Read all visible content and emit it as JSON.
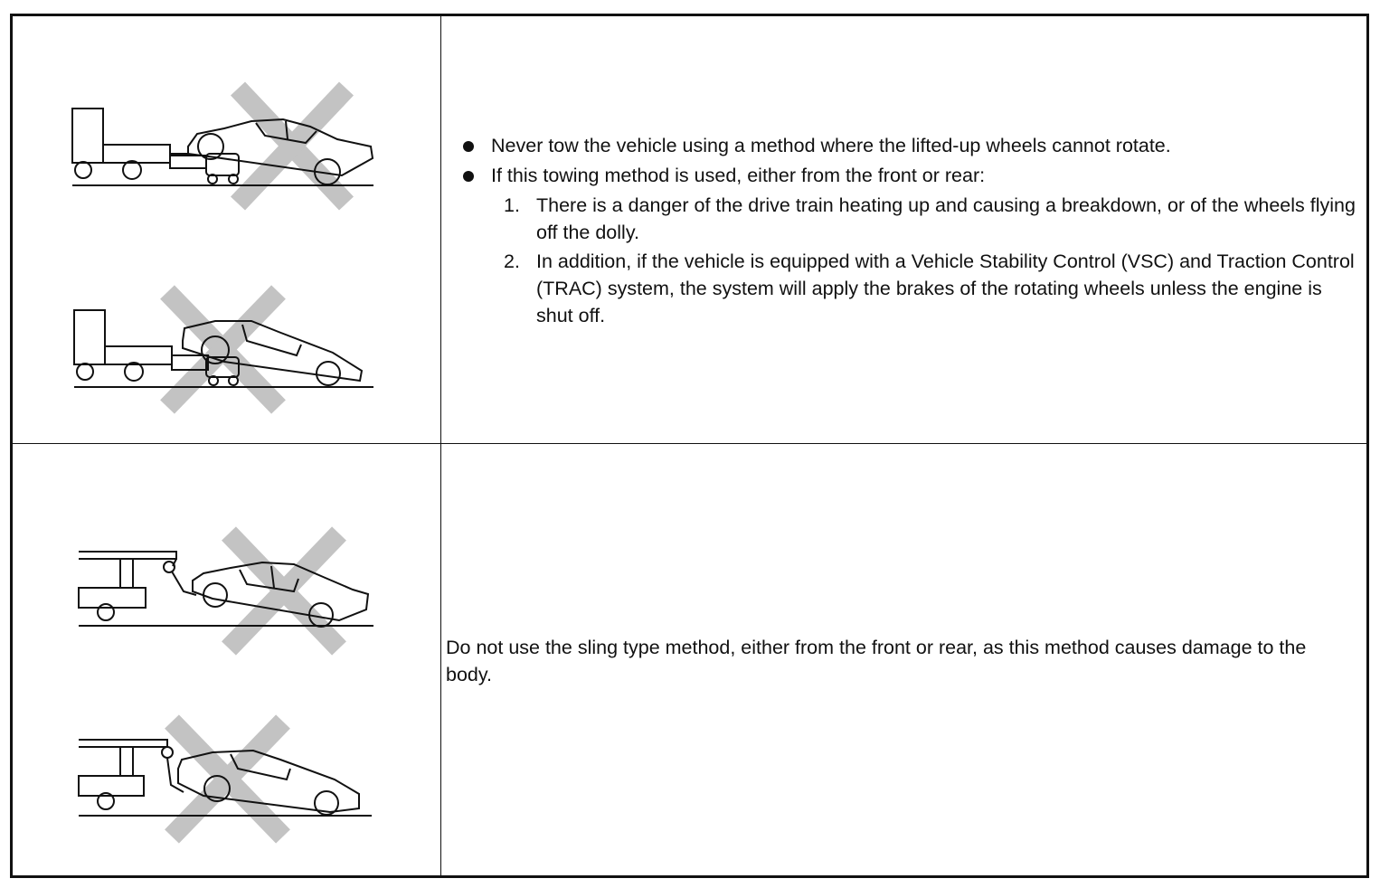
{
  "rows": [
    {
      "figures": [
        {
          "icon": "dolly-tow-front-lift-prohibited-icon"
        },
        {
          "icon": "dolly-tow-rear-lift-prohibited-icon"
        }
      ],
      "bullets": [
        {
          "text": "Never tow the vehicle using a method where the lifted-up wheels cannot rotate."
        },
        {
          "text": "If this towing method is used, either from the front or rear:",
          "items": [
            {
              "num": "1.",
              "text": "There is a danger of the drive train heating up and causing a breakdown, or of the wheels flying off the dolly."
            },
            {
              "num": "2.",
              "text": "In addition, if the vehicle is equipped with a Vehicle Stability Control (VSC) and Traction Control (TRAC) system, the system will apply the brakes of the rotating wheels unless the engine is shut off."
            }
          ]
        }
      ]
    },
    {
      "figures": [
        {
          "icon": "sling-tow-front-prohibited-icon"
        },
        {
          "icon": "sling-tow-rear-prohibited-icon"
        }
      ],
      "text": "Do not use the sling type method, either from the front or rear, as this method causes damage to the body."
    }
  ],
  "colors": {
    "border": "#111111",
    "prohibition_x": "#c3c3c3"
  }
}
